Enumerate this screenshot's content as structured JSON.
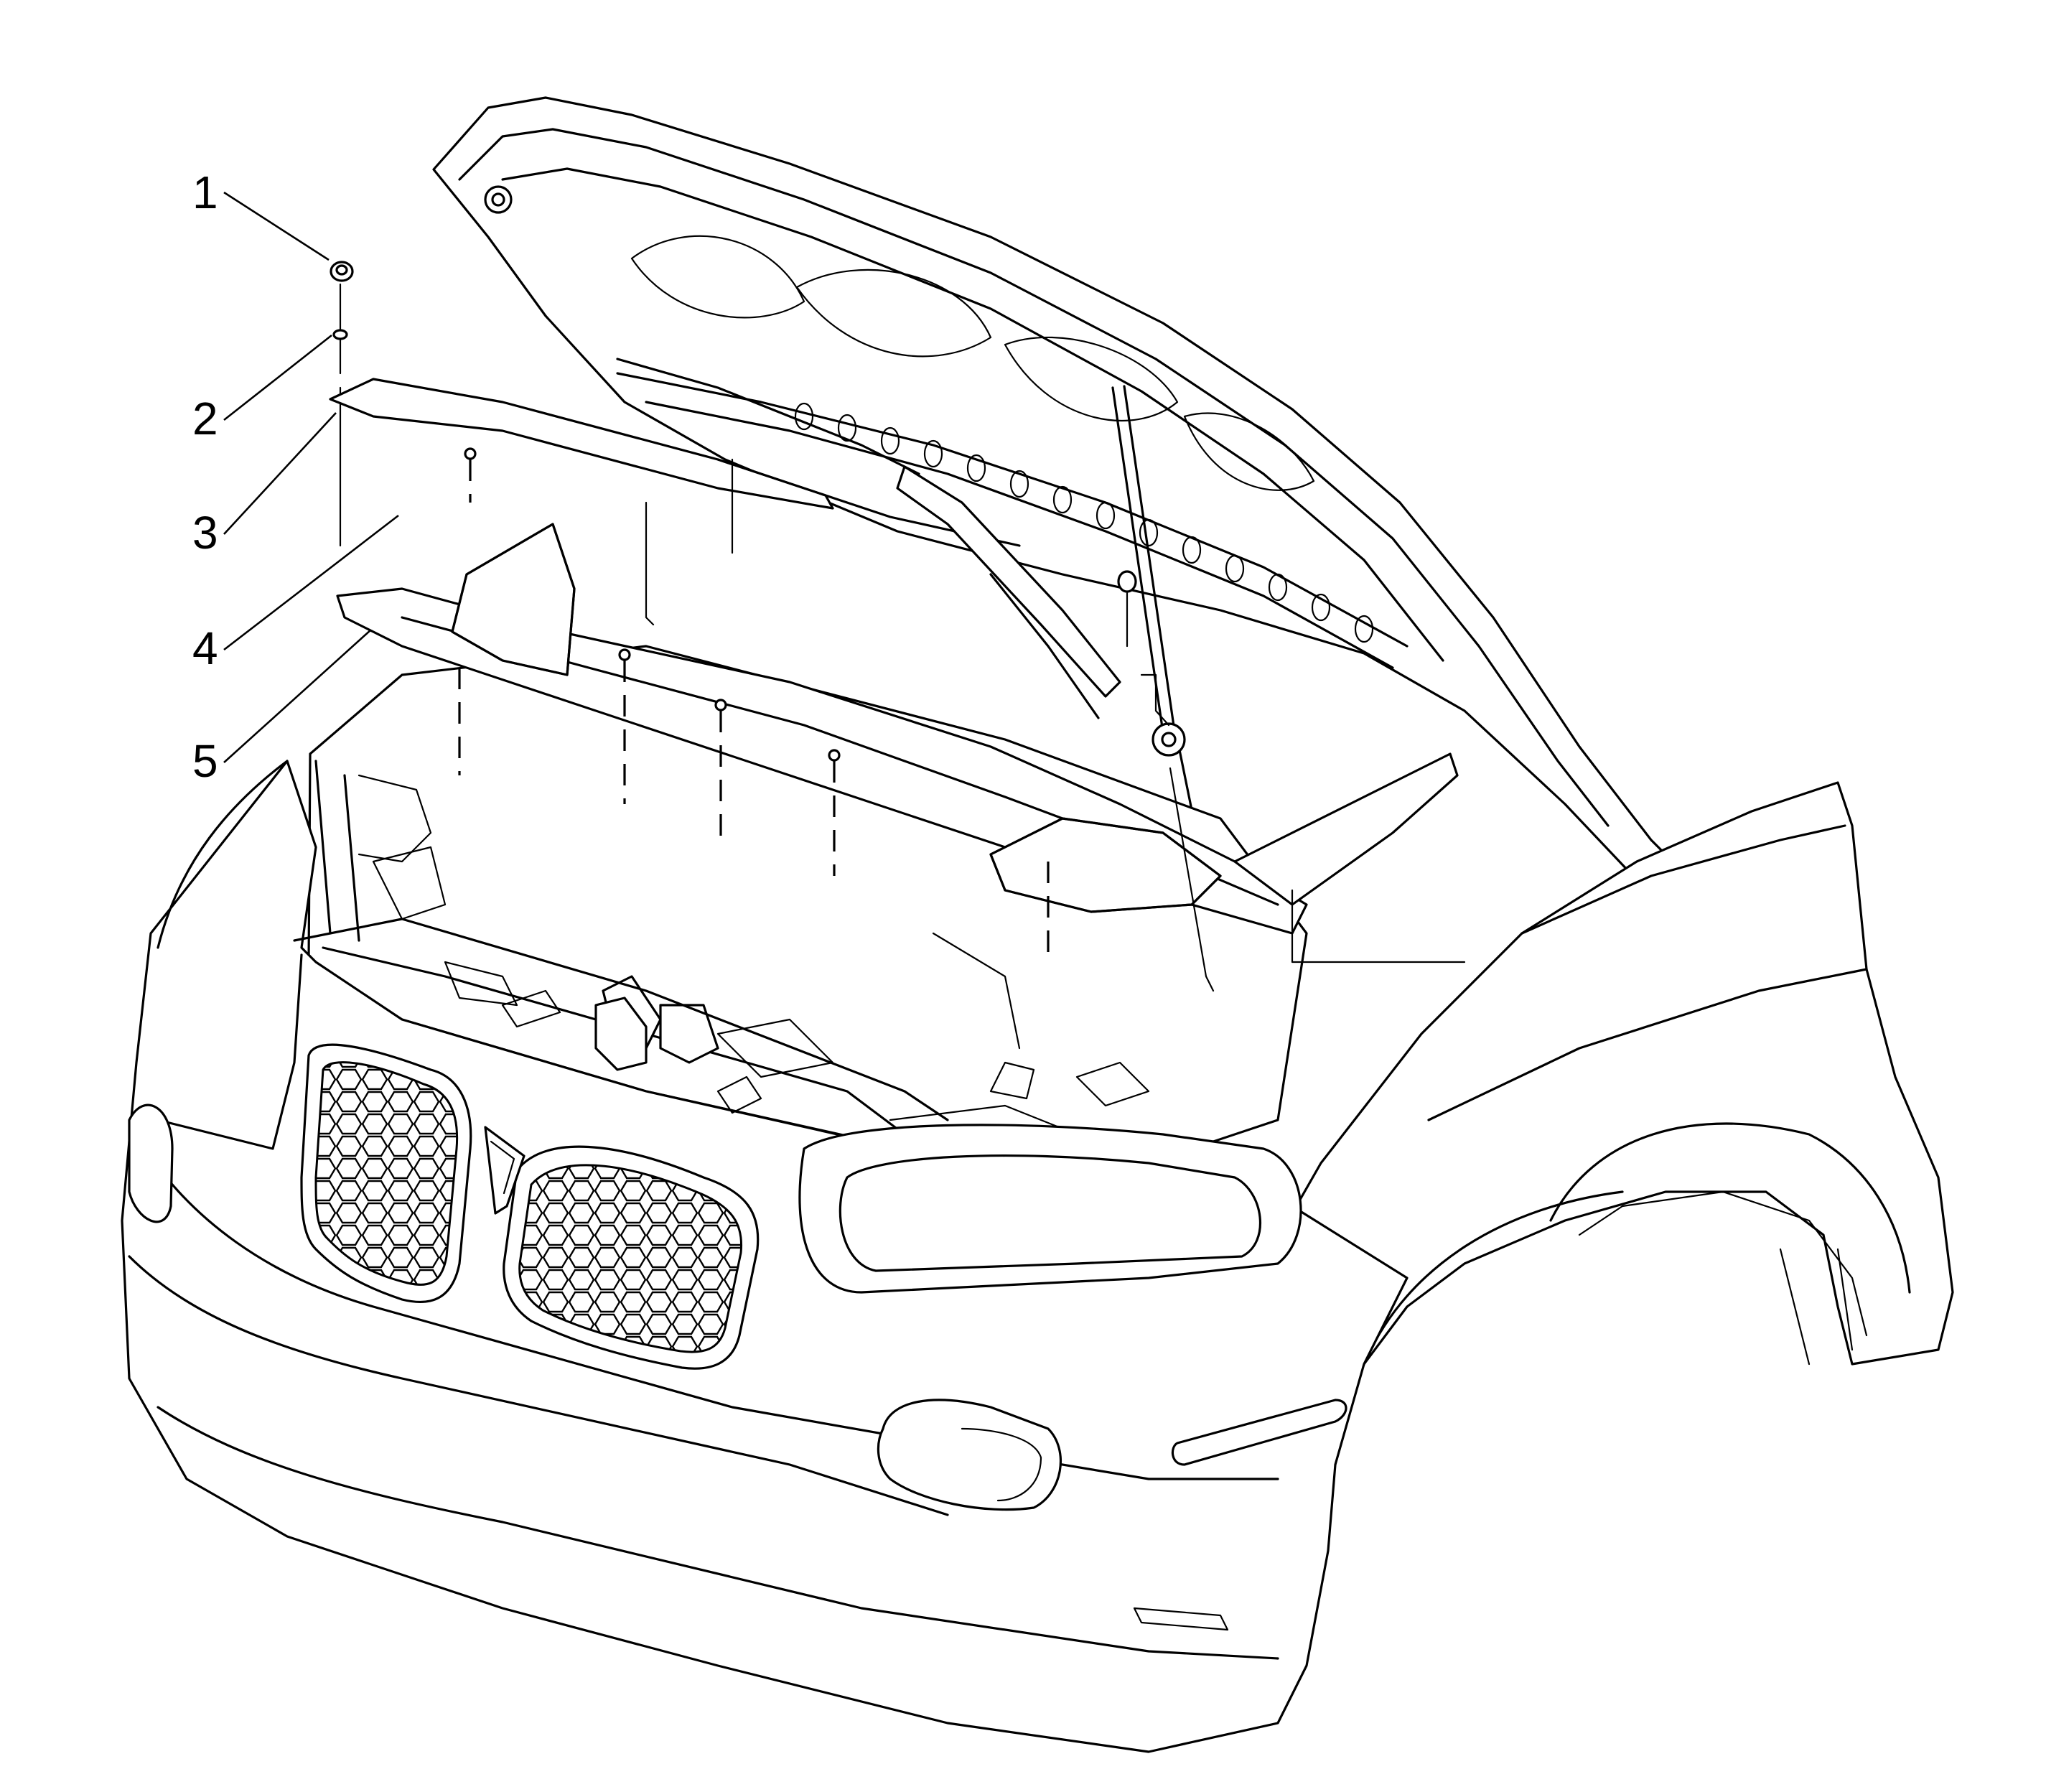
{
  "callouts": [
    {
      "id": "1",
      "label": "1"
    },
    {
      "id": "2",
      "label": "2"
    },
    {
      "id": "3",
      "label": "3"
    },
    {
      "id": "4",
      "label": "4"
    },
    {
      "id": "5",
      "label": "5"
    }
  ],
  "colors": {
    "line": "#000000",
    "background": "#ffffff"
  },
  "icons": [
    "pontiac-emblem-icon",
    "honeycomb-grille-icon"
  ]
}
